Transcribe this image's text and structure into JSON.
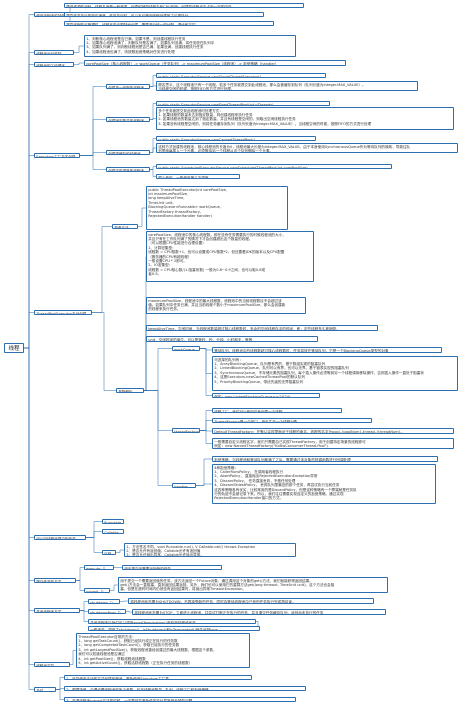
{
  "colors": {
    "line": "#2b6fb0",
    "text": "#333333",
    "background": "#ffffff"
  },
  "root": "线程池",
  "nodes": [
    {
      "id": "why",
      "parent": "root",
      "text": "使用线程池的好处"
    },
    {
      "id": "why1",
      "parent": "why",
      "text": "降低资源的消耗。线程本身是一种资源，创建和销毁线程会有CPU开销；创建的线程也会占用一定的内存。"
    },
    {
      "id": "why2",
      "parent": "why",
      "text": "提高任务执行的响应速度。任务执行时，可以不必等到线程创建完之后再执行。"
    },
    {
      "id": "why3",
      "parent": "why",
      "text": "提高线程的可管理性。线程不能无限制地创建，需要进行统一的分配、调优和监控。"
    },
    {
      "id": "flow",
      "parent": "root",
      "text": "线程池运行机制"
    },
    {
      "id": "flow1",
      "parent": "flow",
      "text": "1、判断核心线程池是否已满，如果不是，则创建线程执行任务\n2、如果核心线程池满了，判断队列是否满了，如果队列没满，将任务放在队列中\n3、如果队列满了，则判断线程池是否已满，如果没满，创建线程执行任务\n4、如果线程池也满了，则按照拒绝策略对任务进行处理"
    },
    {
      "id": "work",
      "parent": "root",
      "text": "线程池的工作顺序"
    },
    {
      "id": "work1",
      "parent": "work",
      "text": "corePoolSize（核心线程数）-> workQueue（任务队列）-> maximumPoolSize（线程池）-> 拒绝策略（handler）"
    },
    {
      "id": "exec",
      "parent": "root",
      "text": "Executors工厂方式创建"
    },
    {
      "id": "single",
      "parent": "exec",
      "text": "创建单一线程的线程池"
    },
    {
      "id": "single1",
      "parent": "single",
      "text": "public static ExecutorService newSingleThreadExecutor()"
    },
    {
      "id": "single2",
      "parent": "single",
      "text": "顾名思义，这个线程池只有一个线程。若多个任务被提交到此线程池，那么会被缓存到队列（队列长度为Integer.MAX_VALUE）。\n当线程空闲的时候，按照FIFO的方式进行处理。"
    },
    {
      "id": "fixed",
      "parent": "exec",
      "text": "创建固定数量的线程池"
    },
    {
      "id": "fixed1",
      "parent": "fixed",
      "text": "public static ExecutorService newFixedThreadPool(int nThreads)"
    },
    {
      "id": "fixed2",
      "parent": "fixed",
      "text": "多个任务被提交到此线程池时处理方式：\n1. 如果线程的数量未达到指定数量，则创建线程来执行任务\n2. 如果线程池的数量达到了指定数量，并且有线程是空闲的，则取出空闲线程执行任务\n3. 如果没有线程是空闲的，则将任务缓存到队列（队列长度为Integer.MAX_VALUE）。当线程空闲的时候，按照FIFO的方式进行处理"
    },
    {
      "id": "cached",
      "parent": "exec",
      "text": "创建带缓存的线程池"
    },
    {
      "id": "cached1",
      "parent": "cached",
      "text": "public static ExecutorService newCachedThreadPool()"
    },
    {
      "id": "cached2",
      "parent": "cached",
      "text": "这种方式创建的线程池，核心线程池的长度为0，线程池最大长度为Integer.MAX_VALUE。由于本身使用SynchronousQueue作为等待队列的缘故，导致往队\n列里面每插入一个元素，必须等待另一个线程从这个队列删除一个元素。"
    },
    {
      "id": "sched",
      "parent": "exec",
      "text": "创建定时调度的线程池"
    },
    {
      "id": "sched1",
      "parent": "sched",
      "text": "public static ScheduledExecutorService newScheduledThreadPool(int corePoolSize)"
    },
    {
      "id": "sched2",
      "parent": "sched",
      "text": "很少使用，一般使用第三方调度"
    },
    {
      "id": "tpe",
      "parent": "root",
      "text": "ThreadPoolExecutor手动创建"
    },
    {
      "id": "ctor",
      "parent": "tpe",
      "text": "构造方法"
    },
    {
      "id": "ctor1",
      "parent": "ctor",
      "text": "public ThreadPoolExecutor(int corePoolSize,\n    int maximumPoolSize,\n    long keepAliveTime,\n    TimeUnit unit,\n    BlockingQueue<Runnable> workQueue,\n    ThreadFactory threadFactory,\n    RejectedExecutionHandler handler)"
    },
    {
      "id": "params",
      "parent": "tpe",
      "text": "参数解析"
    },
    {
      "id": "core",
      "parent": "params",
      "text": "corePoolSize，线程池中的核心线程数。即在没有任务需要执行的时候线程池的大小，\n并且只有在工作队列满了的情况下才会创建超出这个数量的线程。\n（可以根据CPU性能进行合理设置）\n1、计算密集型：\n线程数 = CPU核数+1，也可以设置成CPU核数*2，但还要看JDK的版本以及CPU配置\n（服务器的CPU有超线程）\n一般设置CPU * 2即可。\n2、IO密集型：\n线程数 = CPU核心数/(1-阻塞系数) 一般为0.8~0.9之间，也可以取0.8或\n者0.9。"
    },
    {
      "id": "max",
      "parent": "params",
      "text": "maximumPoolSize，线程池中的最大线程数。线程池中的当前线程数目不会超过该\n值。如果队列中任务已满，并且当前线程个数小于maximumPoolSize，那么会创建新\n的线程来执行任务。"
    },
    {
      "id": "keep",
      "parent": "params",
      "text": "keepAliveTime，空闲时间，当线程池数量超过核心线程数时，多余的空闲线程存活的时间，即：这些线程多久被销毁。"
    },
    {
      "id": "unit",
      "parent": "params",
      "text": "unit，空闲时间的单位，可以是毫秒、秒、分钟、小时和天，等等"
    },
    {
      "id": "wq",
      "parent": "params",
      "text": "workQueue"
    },
    {
      "id": "wq1",
      "parent": "wq",
      "text": "等待队列，线程池中的线程数超过核心线程数时，任务将放在等待队列，它是一个BlockingQueue类型的对象"
    },
    {
      "id": "wq2",
      "parent": "wq",
      "text": "可选择的队列有：\n1、ArrayBlockingQueue，队列是有界的，基于数组实现的阻塞队列\n2、LinkedBlockingQueue，队列可以有界，也可以无界，基于链表实现的阻塞队列\n3、SynchronousQueue，不存储元素的阻塞队列，每个插入操作必须等到另一个线程调用移除操作，否则插入操作一直处于阻塞状\n4、这是Executors.newCachedThreadPool的默认队列\n5、PriorityBlockingQueue，带优先级的无界阻塞队列"
    },
    {
      "id": "wq3",
      "parent": "wq",
      "text": "例如：new LinkedBlockingQueue<>(1024)"
    },
    {
      "id": "tf",
      "parent": "params",
      "text": "threadFactory"
    },
    {
      "id": "tf1",
      "parent": "tf",
      "text": "线程工厂，我们可以使用它来创建一个线程"
    },
    {
      "id": "tf2",
      "parent": "tf",
      "text": "ThreadFactory是一个接口，用于生产一个线程对象"
    },
    {
      "id": "tf3",
      "parent": "tf",
      "text": "DefaultThreadFactory：在默认实现里面对于线程的命名，线程的名字为pool-{poolNum}-thread-{threadNum}。"
    },
    {
      "id": "tf4",
      "parent": "tf",
      "text": "一般需要自定义线程名字，我们只需要自己实现ThreadFactory，用于创建特定场景的线程即可\n例如：new NamedThreadFactory(\"KafkaConsumerThread-Pool\")"
    },
    {
      "id": "hd",
      "parent": "params",
      "text": "handler"
    },
    {
      "id": "hd1",
      "parent": "hd",
      "text": "拒绝策略，当线程池和等待队列都满了之后，需要通过该对象的回调函数进行回调处理"
    },
    {
      "id": "hd2",
      "parent": "hd",
      "text": "4种拒绝策略：\n1、CallerRunsPolicy，  在调用者线程执行\n2、AbortPolicy，  直接抛出RejectedExecutionException异常\n3、DiscardPolicy，  任务直接丢弃，不做任何处理\n4、DiscardOldestPolicy，  丢弃队列里最旧的那个任务，再尝试执行当前任务\n这四种策略各有优劣，比较常用的是DiscardPolicy，但是这种策略有一个弊端就是任务执\n行的轨迹不会被记录下来。所以，我们往往需要实现自定义的拒绝策略，通过实现\nRejectedExecutionHandler接口的方式。"
    },
    {
      "id": "submit",
      "parent": "root",
      "text": "可以向线程池提交的任务"
    },
    {
      "id": "submit1",
      "parent": "submit",
      "text": "Runnable"
    },
    {
      "id": "submit2",
      "parent": "submit",
      "text": "Callable"
    },
    {
      "id": "submit3",
      "parent": "submit",
      "text": "区别"
    },
    {
      "id": "submit3a",
      "parent": "submit3",
      "text": "1、方法签名不同，void Runnable.run(), V Callable.call() throws Exception\n2、是否允许有返回值，Callable允许有返回值\n3、是否允许抛出异常，Callable允许抛出异常。"
    },
    {
      "id": "how",
      "parent": "root",
      "text": "提交任务的方式"
    },
    {
      "id": "how1",
      "parent": "how",
      "text": "execute（）"
    },
    {
      "id": "how1a",
      "parent": "how1",
      "text": "用于提交不需要返回值的任务"
    },
    {
      "id": "how2",
      "parent": "how",
      "text": "submit（）"
    },
    {
      "id": "how2a",
      "parent": "how2",
      "text": "用于提交一个需要返回值的任务。该方法返回一个Future对象，通过调用这个对象的get()方法，我们就能获得返回结果。\nget()方法会一直阻塞，直到返回结果返回。另外，我们也可以使用它的重载方法get(long timeout, TimeUnit unit)，这个方法也会阻\n塞，但是在超时时间内仍然没有返回结果时，将抛出异常TimeoutException。"
    },
    {
      "id": "close",
      "parent": "root",
      "text": "关闭线程池方式"
    },
    {
      "id": "close1",
      "parent": "close",
      "text": "shutdown（）"
    },
    {
      "id": "close1a",
      "parent": "close1",
      "text": "将线程池状态置为SHUTDOWN，不再接受新的任务，同时会等待线程池中已有的任务执行完成再结束。"
    },
    {
      "id": "close2",
      "parent": "close",
      "text": "shutdownNow（）"
    },
    {
      "id": "close2a",
      "parent": "close2",
      "text": "将线程池状态置为STOP，立即终止线程池，并尝试打断正在执行的任务，并且清空任务缓存队列，返回尚未执行的任务"
    },
    {
      "id": "close3",
      "parent": "close",
      "text": "关闭线程池后我们可以调用awaitTermination()来检测线程池状态"
    },
    {
      "id": "close3a",
      "parent": "close3",
      "text": "一般来说，调用了shutdown()，isShutdown()和isTerminated()就会返回true"
    },
    {
      "id": "mon",
      "parent": "root",
      "text": "线程池监控"
    },
    {
      "id": "mon1",
      "parent": "mon",
      "text": "ThreadPoolExecutor自带的方法：\n1、long getTaskCount()，获取已经执行或正在执行的任务数\n2、long getCompletedTaskCount()，获取已经执行的任务数\n3、int getLargestPoolSize()，获取线程池曾经创建过的最大线程数，根据这个参数，\n我们可以知道线程池是否满过\n4、int getPoolSize()，获取线程池线程数\n5、int getActiveCount()，获取活跃线程数（正在执行任务的线程数）"
    },
    {
      "id": "sum",
      "parent": "root",
      "text": "总结"
    },
    {
      "id": "sum1",
      "parent": "sum",
      "text": "1、尽量使用手动的方式创建线程池，避免使用Executors工厂类"
    },
    {
      "id": "sum2",
      "parent": "sum",
      "text": "2、根据场景，合理设置线程池的各个参数，包括线程池数量、队列、线程工厂和拒绝策略"
    },
    {
      "id": "sum3",
      "parent": "sum",
      "text": "3、在调线程池submit方法的时候，一定要尽量避免任务执行异常被吞掉的问题"
    }
  ]
}
